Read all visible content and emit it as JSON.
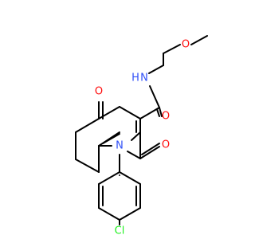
{
  "labels": {
    "o_ketone": "O",
    "o_amide": "O",
    "o_lactam": "O",
    "o_ether": "O",
    "n_amide": "N",
    "h_amide": "H",
    "n_ring": "N",
    "cl": "Cl"
  },
  "colors": {
    "bond": "#000000",
    "oxygen": "#ff0d0d",
    "nitrogen": "#3050f8",
    "chlorine": "#1ff01f"
  }
}
